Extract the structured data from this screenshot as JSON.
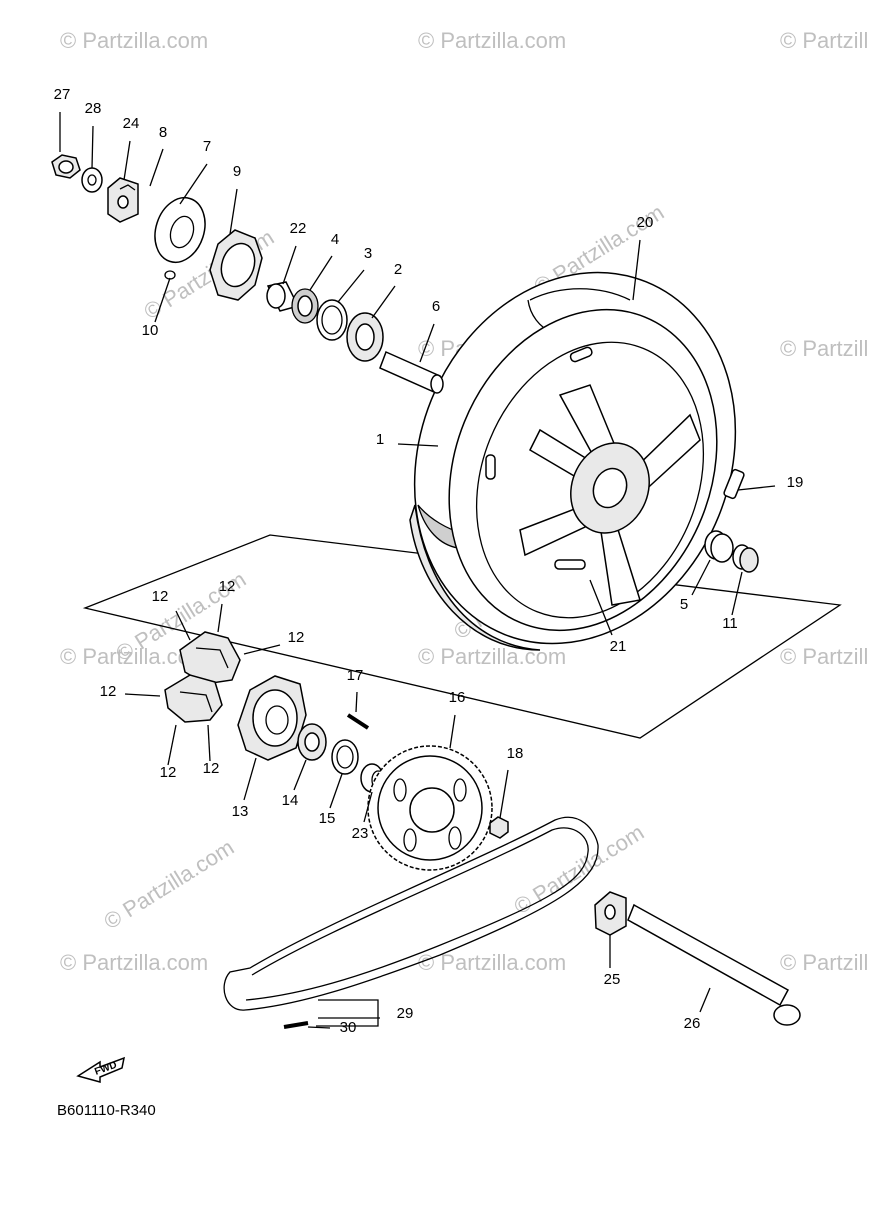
{
  "watermark": {
    "text": "© Partzilla.com"
  },
  "diagram_code": "B601110-R340",
  "fwd_label": "FWD",
  "callouts": [
    "27",
    "28",
    "24",
    "8",
    "7",
    "9",
    "22",
    "4",
    "3",
    "2",
    "6",
    "10",
    "20",
    "1",
    "19",
    "5",
    "11",
    "21",
    "12",
    "12",
    "12",
    "12",
    "12",
    "12",
    "17",
    "16",
    "18",
    "13",
    "14",
    "15",
    "23",
    "25",
    "26",
    "29",
    "30"
  ]
}
